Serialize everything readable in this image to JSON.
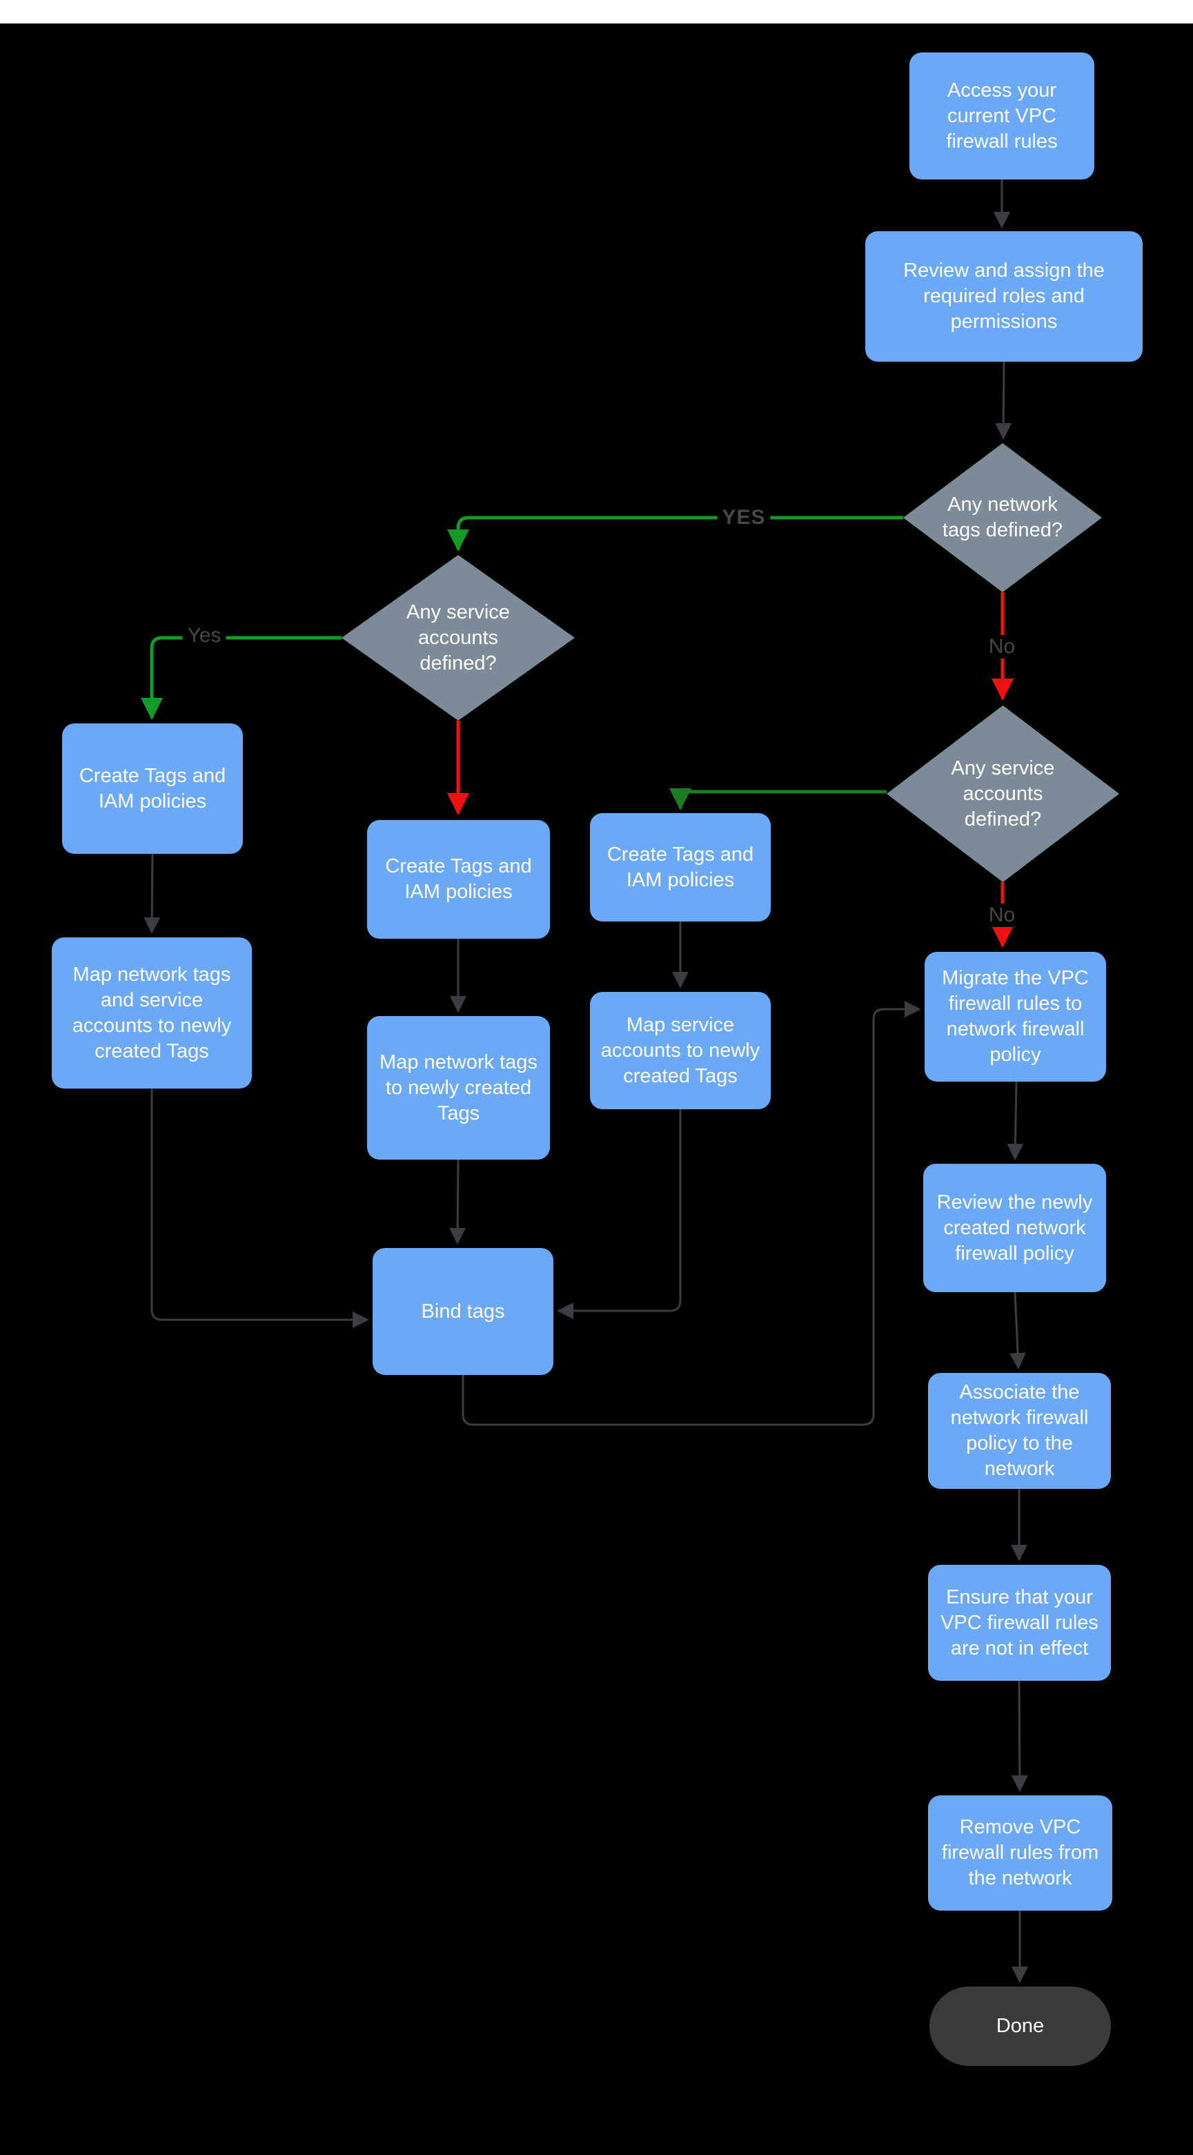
{
  "colors": {
    "node_blue": "#6BA9F7",
    "diamond_gray": "#7D8B99",
    "terminal_gray": "#3B3B3B",
    "connector_dark": "#3A3E42",
    "label_gray": "#474747",
    "green": "#149B25",
    "green_dark": "#1B7D20",
    "red": "#EE1212",
    "text_white": "#FFFFFF",
    "topbar_white": "#FFFFFF"
  },
  "diagram": {
    "nodes": {
      "access": {
        "type": "process",
        "label": "Access your current VPC firewall rules"
      },
      "review_roles": {
        "type": "process",
        "label": "Review and assign the required roles and permissions"
      },
      "net_tags_defined": {
        "type": "decision",
        "label": "Any network tags defined?"
      },
      "svc_accounts_defined_left": {
        "type": "decision",
        "label": "Any service accounts defined?"
      },
      "svc_accounts_defined_right": {
        "type": "decision",
        "label": "Any service accounts defined?"
      },
      "create_tags_left": {
        "type": "process",
        "label": "Create Tags and IAM policies"
      },
      "map_both_left": {
        "type": "process",
        "label": "Map network tags and service accounts to newly created Tags"
      },
      "create_tags_mid": {
        "type": "process",
        "label": "Create Tags and IAM policies"
      },
      "map_network_tags": {
        "type": "process",
        "label": "Map network tags to newly created Tags"
      },
      "create_tags_right": {
        "type": "process",
        "label": "Create Tags and IAM policies"
      },
      "map_service_accounts": {
        "type": "process",
        "label": "Map service accounts  to newly created Tags"
      },
      "bind_tags": {
        "type": "process",
        "label": "Bind tags"
      },
      "migrate": {
        "type": "process",
        "label": "Migrate the VPC firewall rules to network firewall policy"
      },
      "review_policy": {
        "type": "process",
        "label": "Review the newly created network firewall policy"
      },
      "associate": {
        "type": "process",
        "label": "Associate the network firewall policy to the network"
      },
      "ensure": {
        "type": "process",
        "label": "Ensure that your VPC firewall rules are not in effect"
      },
      "remove": {
        "type": "process",
        "label": "Remove  VPC firewall rules from the network"
      },
      "done": {
        "type": "terminal",
        "label": "Done"
      }
    },
    "edge_labels": {
      "yes_upper": "YES",
      "yes_left": "Yes",
      "no_upper": "No",
      "no_lower": "No"
    }
  }
}
